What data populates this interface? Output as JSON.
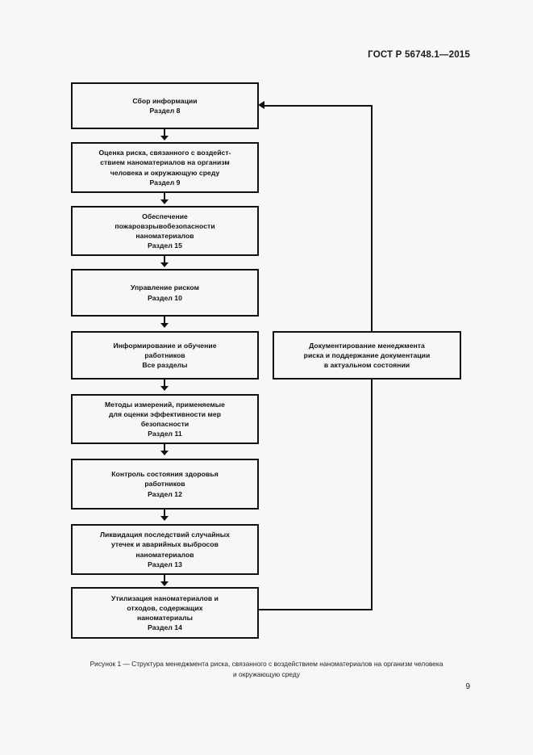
{
  "document": {
    "standard_header": "ГОСТ Р 56748.1—2015",
    "page_number": "9",
    "caption_line1": "Рисунок 1 — Структура менеджмента риска, связанного с воздействием наноматериалов на организм человека",
    "caption_line2": "и окружающую среду"
  },
  "colors": {
    "page_background": "#f7f7f7",
    "box_border": "#111111",
    "box_fill": "#f7f7f7",
    "text": "#101010"
  },
  "chart_data": {
    "type": "diagram",
    "title": "Рисунок 1 — Структура менеджмента риска, связанного с воздействием наноматериалов на организм человека и окружающую среду",
    "orientation": "top-to-bottom vertical flowchart with side box and feedback loop",
    "nodes": [
      {
        "id": "n1",
        "lines": [
          "Сбор информации",
          "Раздел 8"
        ],
        "section": "Раздел 8",
        "column": "left"
      },
      {
        "id": "n2",
        "lines": [
          "Оценка риска, связанного с воздейст-",
          "ствием наноматериалов на организм",
          "человека и окружающую среду",
          "Раздел 9"
        ],
        "section": "Раздел 9",
        "column": "left"
      },
      {
        "id": "n3",
        "lines": [
          "Обеспечение",
          "пожаровзрывобезопасности",
          "наноматериалов",
          "Раздел 15"
        ],
        "section": "Раздел 15",
        "column": "left"
      },
      {
        "id": "n4",
        "lines": [
          "Управление риском",
          "Раздел 10"
        ],
        "section": "Раздел 10",
        "column": "left"
      },
      {
        "id": "n5",
        "lines": [
          "Информирование и обучение",
          "работников",
          "Все разделы"
        ],
        "section": "Все разделы",
        "column": "left"
      },
      {
        "id": "n6",
        "lines": [
          "Методы измерений, применяемые",
          "для оценки эффективности мер",
          "безопасности",
          "Раздел 11"
        ],
        "section": "Раздел 11",
        "column": "left"
      },
      {
        "id": "n7",
        "lines": [
          "Контроль состояния здоровья",
          "работников",
          "Раздел 12"
        ],
        "section": "Раздел 12",
        "column": "left"
      },
      {
        "id": "n8",
        "lines": [
          "Ликвидация последствий случайных",
          "утечек и аварийных выбросов",
          "наноматериалов",
          "Раздел 13"
        ],
        "section": "Раздел 13",
        "column": "left"
      },
      {
        "id": "n9",
        "lines": [
          "Утилизация наноматериалов и",
          "отходов, содержащих",
          "наноматериалы",
          "Раздел 14"
        ],
        "section": "Раздел 14",
        "column": "left"
      },
      {
        "id": "n10",
        "lines": [
          "Документирование менеджмента",
          "риска и поддержание документации",
          "в актуальном состоянии"
        ],
        "section": "",
        "column": "right"
      }
    ],
    "edges": [
      {
        "from": "n1",
        "to": "n2",
        "style": "arrow-down"
      },
      {
        "from": "n2",
        "to": "n3",
        "style": "arrow-down"
      },
      {
        "from": "n3",
        "to": "n4",
        "style": "arrow-down"
      },
      {
        "from": "n4",
        "to": "n5",
        "style": "arrow-down"
      },
      {
        "from": "n5",
        "to": "n6",
        "style": "arrow-down"
      },
      {
        "from": "n6",
        "to": "n7",
        "style": "arrow-down"
      },
      {
        "from": "n7",
        "to": "n8",
        "style": "arrow-down"
      },
      {
        "from": "n8",
        "to": "n9",
        "style": "arrow-down"
      },
      {
        "from": "n9",
        "to": "n1",
        "style": "feedback-loop-right-up-arrow-left",
        "passes_through": "n10"
      }
    ]
  },
  "nodes_text": {
    "n1": {
      "l0": "Сбор информации",
      "l1": "Раздел 8"
    },
    "n2": {
      "l0": "Оценка риска, связанного с воздейст-",
      "l1": "ствием наноматериалов на организм",
      "l2": "человека и окружающую среду",
      "l3": "Раздел 9"
    },
    "n3": {
      "l0": "Обеспечение",
      "l1": "пожаровзрывобезопасности",
      "l2": "наноматериалов",
      "l3": "Раздел 15"
    },
    "n4": {
      "l0": "Управление риском",
      "l1": "Раздел 10"
    },
    "n5": {
      "l0": "Информирование и обучение",
      "l1": "работников",
      "l2": "Все разделы"
    },
    "n6": {
      "l0": "Методы измерений, применяемые",
      "l1": "для оценки эффективности мер",
      "l2": "безопасности",
      "l3": "Раздел 11"
    },
    "n7": {
      "l0": "Контроль состояния здоровья",
      "l1": "работников",
      "l2": "Раздел 12"
    },
    "n8": {
      "l0": "Ликвидация последствий случайных",
      "l1": "утечек и аварийных выбросов",
      "l2": "наноматериалов",
      "l3": "Раздел 13"
    },
    "n9": {
      "l0": "Утилизация наноматериалов и",
      "l1": "отходов, содержащих",
      "l2": "наноматериалы",
      "l3": "Раздел 14"
    },
    "n10": {
      "l0": "Документирование менеджмента",
      "l1": "риска и поддержание документации",
      "l2": "в актуальном состоянии"
    }
  }
}
